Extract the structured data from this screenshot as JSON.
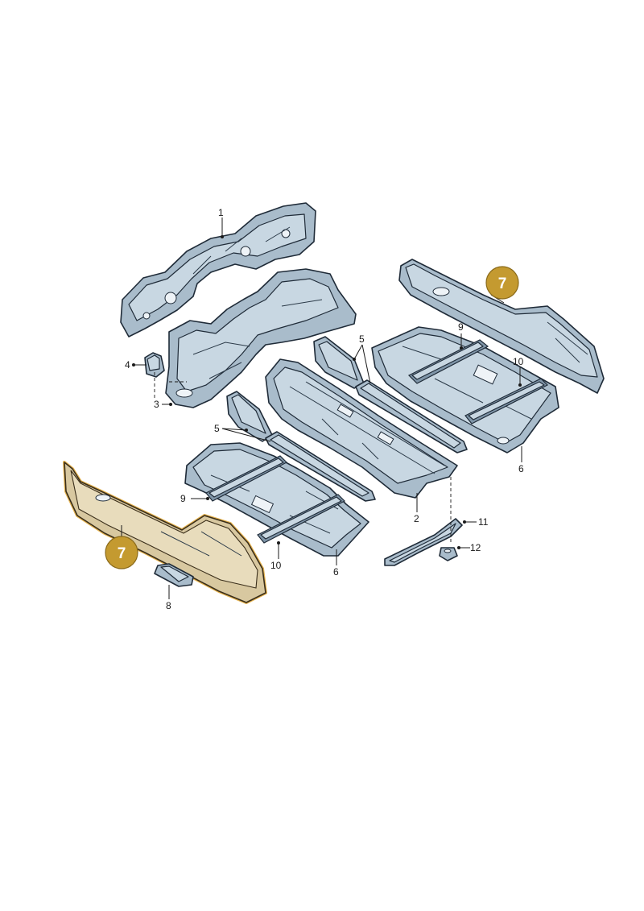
{
  "callouts": {
    "c1": "1",
    "c2": "2",
    "c3": "3",
    "c4": "4",
    "c5a": "5",
    "c5b": "5",
    "c6a": "6",
    "c6b": "6",
    "c8": "8",
    "c9a": "9",
    "c9b": "9",
    "c10a": "10",
    "c10b": "10",
    "c11": "11",
    "c12": "12"
  },
  "badges": {
    "right": "7",
    "left": "7"
  },
  "colors": {
    "part": "#a9bccb",
    "highlight": "#d8c8a0",
    "badge": "#c49a30"
  }
}
